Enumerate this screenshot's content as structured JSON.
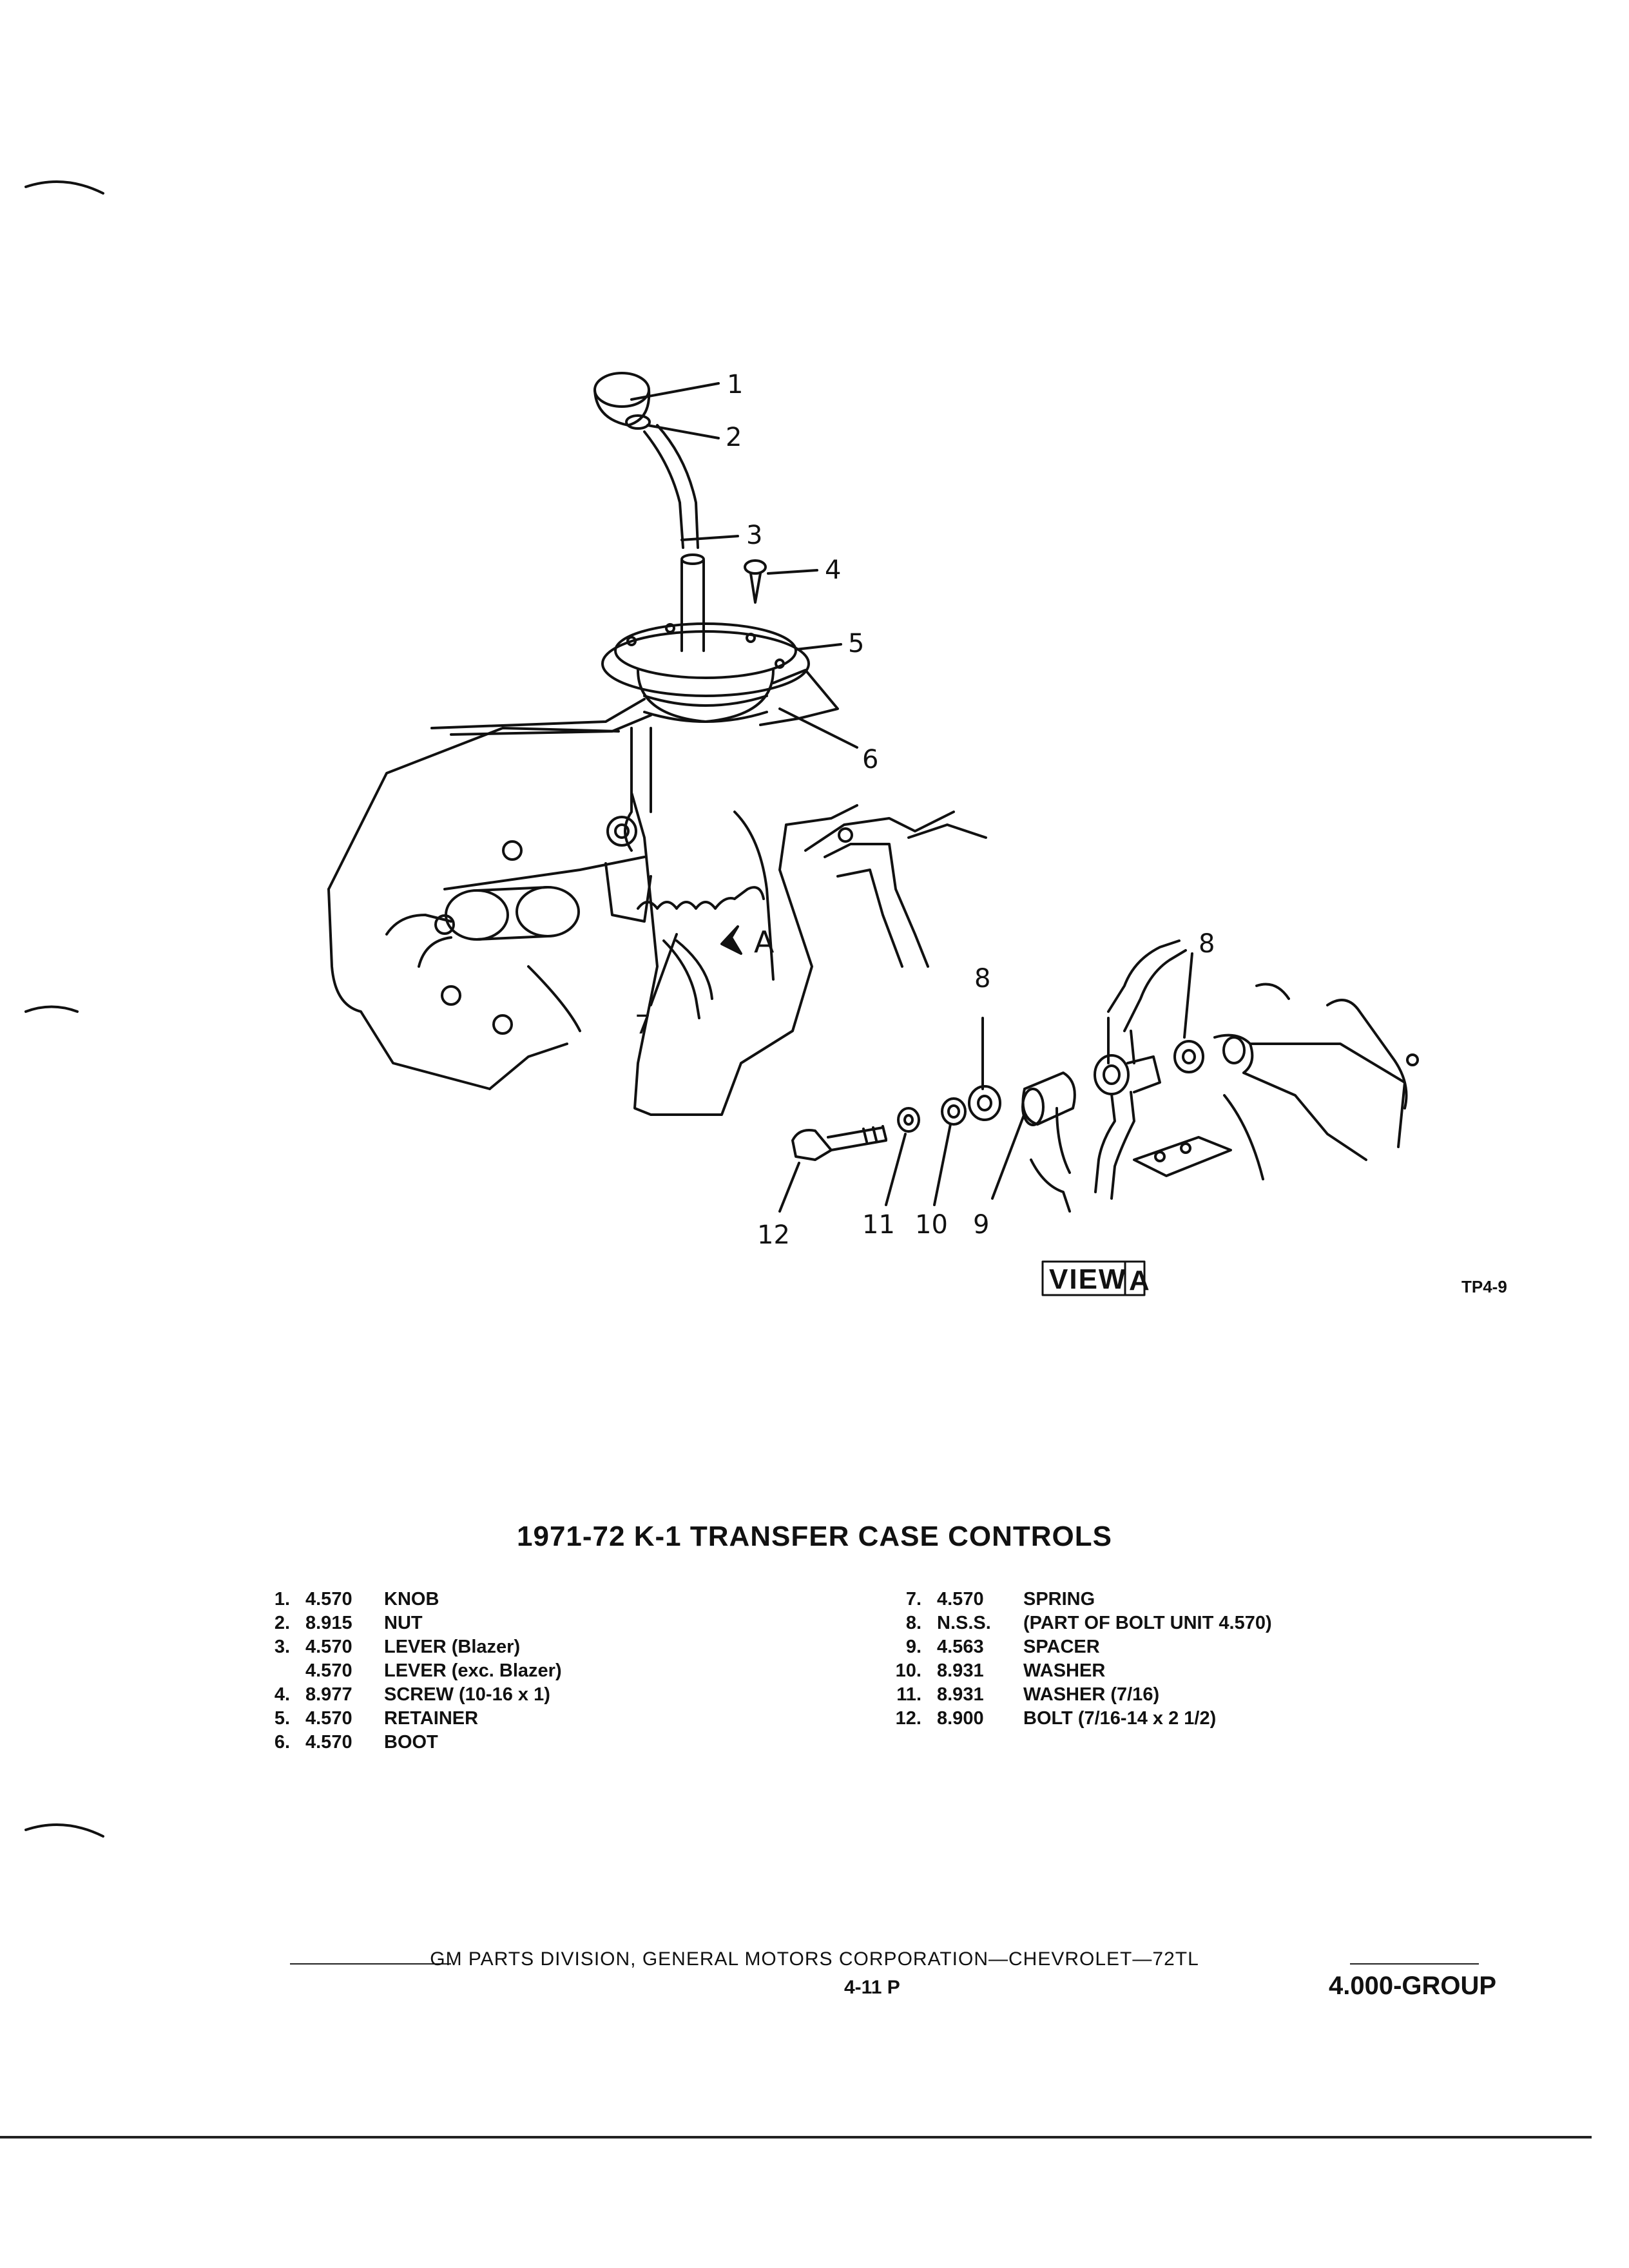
{
  "diagram": {
    "callouts": [
      "1",
      "2",
      "3",
      "4",
      "5",
      "6",
      "7",
      "8",
      "8",
      "9",
      "10",
      "11",
      "12"
    ],
    "view_label": "VIEW",
    "view_letter": "A",
    "arrow_letter": "A",
    "figure_code": "TP4-9"
  },
  "title": "1971-72  K-1 TRANSFER CASE CONTROLS",
  "parts_left": [
    {
      "num": "1.",
      "code": "4.570",
      "desc": "KNOB"
    },
    {
      "num": "2.",
      "code": "8.915",
      "desc": "NUT"
    },
    {
      "num": "3.",
      "code": "4.570",
      "desc": "LEVER (Blazer)"
    },
    {
      "num": "",
      "code": "4.570",
      "desc": "LEVER (exc. Blazer)"
    },
    {
      "num": "4.",
      "code": "8.977",
      "desc": "SCREW  (10-16 x 1)"
    },
    {
      "num": "5.",
      "code": "4.570",
      "desc": "RETAINER"
    },
    {
      "num": "6.",
      "code": "4.570",
      "desc": "BOOT"
    }
  ],
  "parts_right": [
    {
      "num": "7.",
      "code": "4.570",
      "desc": "SPRING"
    },
    {
      "num": "8.",
      "code": "N.S.S.",
      "desc": "(PART OF BOLT UNIT 4.570)"
    },
    {
      "num": "9.",
      "code": "4.563",
      "desc": "SPACER"
    },
    {
      "num": "10.",
      "code": "8.931",
      "desc": "WASHER"
    },
    {
      "num": "11.",
      "code": "8.931",
      "desc": "WASHER  (7/16)"
    },
    {
      "num": "12.",
      "code": "8.900",
      "desc": "BOLT  (7/16-14 x 2 1/2)"
    }
  ],
  "footer": {
    "text": "GM PARTS DIVISION,  GENERAL MOTORS CORPORATION—CHEVROLET—72TL",
    "page": "4-11  P",
    "group": "4.000-GROUP"
  }
}
